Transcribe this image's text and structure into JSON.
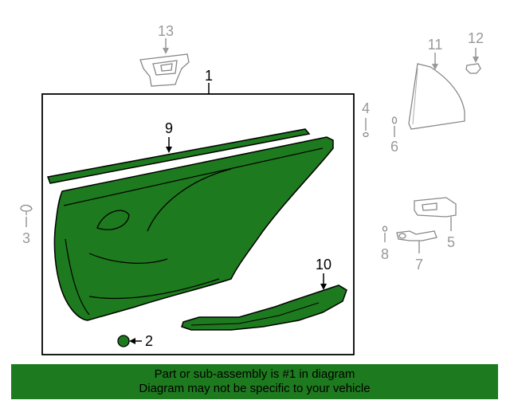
{
  "callouts": {
    "c1": "1",
    "c2": "2",
    "c3": "3",
    "c4": "4",
    "c5": "5",
    "c6": "6",
    "c7": "7",
    "c8": "8",
    "c9": "9",
    "c10": "10",
    "c11": "11",
    "c12": "12",
    "c13": "13"
  },
  "banner": {
    "line1": "Part or sub-assembly is #1 in diagram",
    "line2": "Diagram may not be specific to your vehicle"
  },
  "colors": {
    "highlight": "#1e7a1e",
    "callout_grey": "#999999"
  }
}
